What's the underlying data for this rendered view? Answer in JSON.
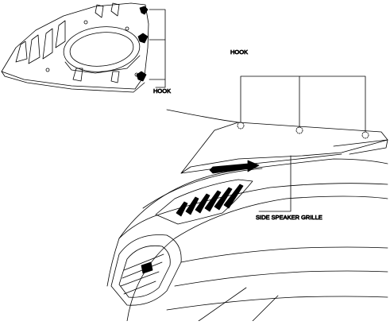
{
  "labels": {
    "hook_inset": "HOOK",
    "hook_main": "HOOK",
    "side_speaker_grille": "SIDE SPEAKER GRILLE"
  },
  "colors": {
    "line": "#000000",
    "background": "#ffffff",
    "fill": "#000000"
  }
}
